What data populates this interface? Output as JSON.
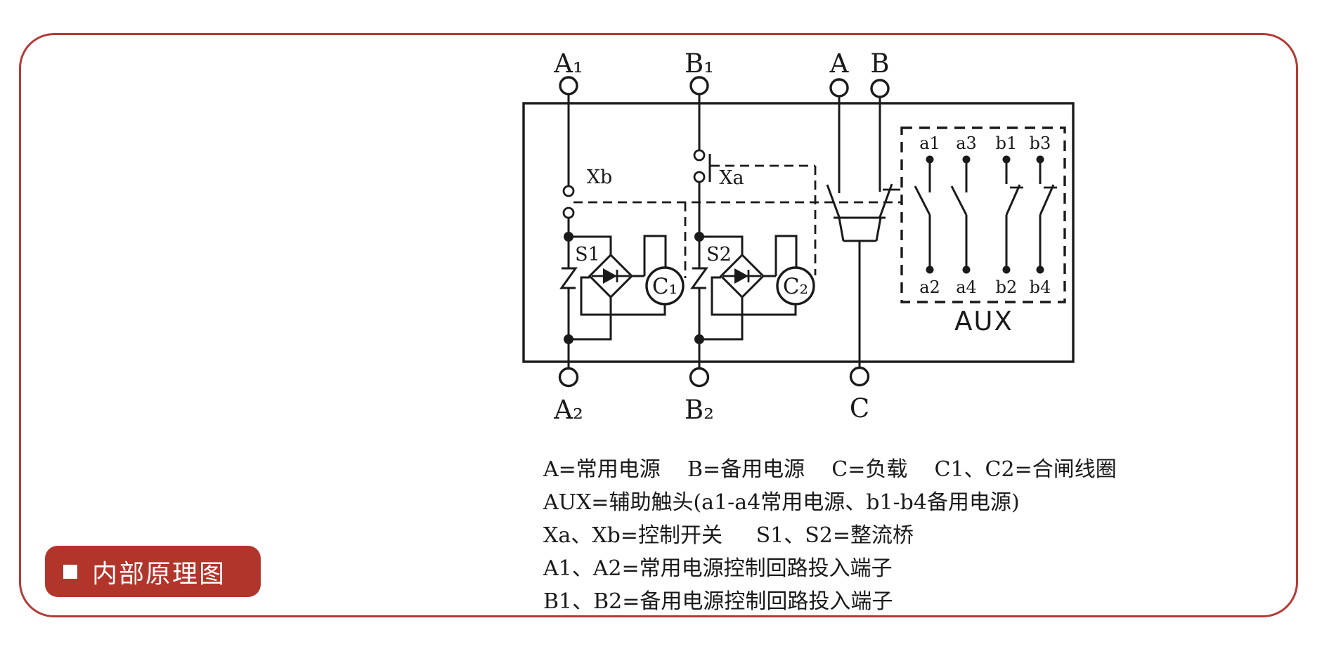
{
  "colors": {
    "accent_red": "#b43b35",
    "badge_red": "#b2352b",
    "ink": "#1a1a1a",
    "paper": "#ffffff"
  },
  "badge": {
    "label": "内部原理图"
  },
  "schematic": {
    "terminals_top": [
      {
        "label": "A₁"
      },
      {
        "label": "B₁"
      },
      {
        "label": "A"
      },
      {
        "label": "B"
      }
    ],
    "terminals_bottom": [
      {
        "label": "A₂"
      },
      {
        "label": "B₂"
      },
      {
        "label": "C"
      }
    ],
    "control_switches": {
      "xb": "Xb",
      "xa": "Xa"
    },
    "rectifier_bridges": {
      "s1": "S1",
      "s2": "S2"
    },
    "closing_coils": {
      "c1": "C₁",
      "c2": "C₂"
    },
    "aux": {
      "label": "AUX",
      "top_contacts": [
        "a1",
        "a3",
        "b1",
        "b3"
      ],
      "bottom_contacts": [
        "a2",
        "a4",
        "b2",
        "b4"
      ]
    }
  },
  "legend": {
    "lines": [
      "A=常用电源    B=备用电源    C=负载    C1、C2=合闸线圈",
      "AUX=辅助触头(a1-a4常用电源、b1-b4备用电源)",
      "Xa、Xb=控制开关     S1、S2=整流桥",
      "A1、A2=常用电源控制回路投入端子",
      "B1、B2=备用电源控制回路投入端子"
    ]
  }
}
